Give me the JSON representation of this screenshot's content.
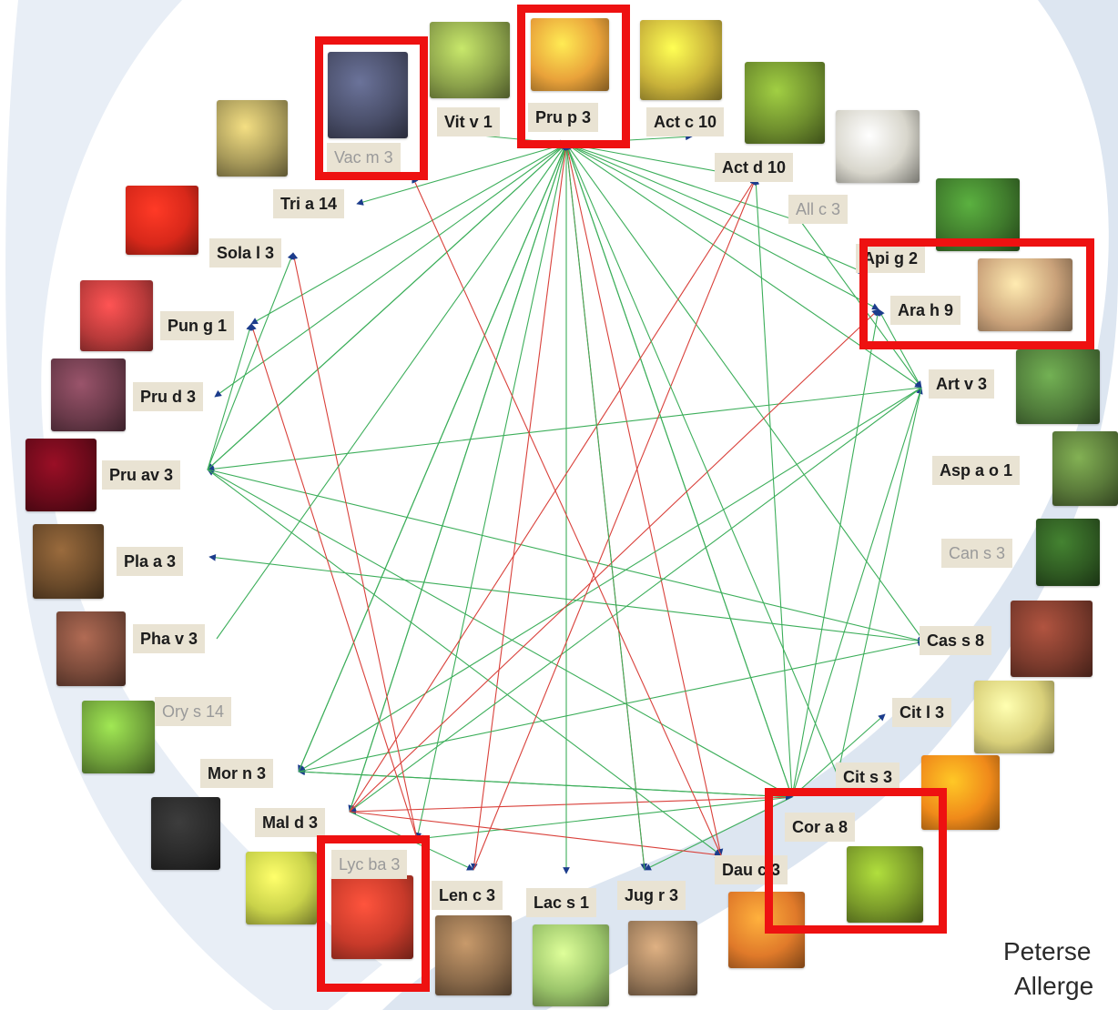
{
  "allergens": [
    {
      "id": "vac_m_3",
      "label": "Vac m 3",
      "dim": true,
      "image": "blueberries-photo",
      "color": "#4a4f6a"
    },
    {
      "id": "vit_v_1",
      "label": "Vit v 1",
      "dim": false,
      "image": "grapes-photo",
      "color": "#8aa04a"
    },
    {
      "id": "pru_p_3",
      "label": "Pru p 3",
      "dim": false,
      "image": "peach-photo",
      "color": "#e9a23a"
    },
    {
      "id": "act_c_10",
      "label": "Act c 10",
      "dim": false,
      "image": "gold-kiwi-photo",
      "color": "#c9b23a"
    },
    {
      "id": "act_d_10",
      "label": "Act d 10",
      "dim": false,
      "image": "kiwi-photo",
      "color": "#6f8f2e"
    },
    {
      "id": "all_c_3",
      "label": "All c 3",
      "dim": true,
      "image": "onion-photo",
      "color": "#d8d6cc"
    },
    {
      "id": "api_g_2",
      "label": "Api g 2",
      "dim": false,
      "image": "celery-photo",
      "color": "#3f7a2c"
    },
    {
      "id": "ara_h_9",
      "label": "Ara h 9",
      "dim": false,
      "image": "peanut-photo",
      "color": "#caa27a"
    },
    {
      "id": "art_v_3",
      "label": "Art v 3",
      "dim": false,
      "image": "mugwort-photo",
      "color": "#4f7a3a"
    },
    {
      "id": "asp_a_o_1",
      "label": "Asp a o 1",
      "dim": false,
      "image": "asparagus-photo",
      "color": "#5a7a3a"
    },
    {
      "id": "can_s_3",
      "label": "Can s 3",
      "dim": true,
      "image": "hemp-leaf-photo",
      "color": "#2f5a22"
    },
    {
      "id": "cas_s_8",
      "label": "Cas s 8",
      "dim": false,
      "image": "chestnut-photo",
      "color": "#7a3a2c"
    },
    {
      "id": "cit_l_3",
      "label": "Cit l 3",
      "dim": false,
      "image": "lemon-photo",
      "color": "#d9d07a"
    },
    {
      "id": "cit_s_3",
      "label": "Cit s 3",
      "dim": false,
      "image": "orange-photo",
      "color": "#f08a1a"
    },
    {
      "id": "cor_a_8",
      "label": "Cor a 8",
      "dim": false,
      "image": "hazelnut-photo",
      "color": "#7a9a2a"
    },
    {
      "id": "dau_c_3",
      "label": "Dau c 3",
      "dim": false,
      "image": "carrot-photo",
      "color": "#e07a2a"
    },
    {
      "id": "jug_r_3",
      "label": "Jug r 3",
      "dim": false,
      "image": "walnut-photo",
      "color": "#9a7a5a"
    },
    {
      "id": "lac_s_1",
      "label": "Lac s 1",
      "dim": false,
      "image": "lettuce-photo",
      "color": "#9ac46a"
    },
    {
      "id": "len_c_3",
      "label": "Len c 3",
      "dim": false,
      "image": "lentil-photo",
      "color": "#8a6a4a"
    },
    {
      "id": "lyc_ba_3",
      "label": "Lyc ba 3",
      "dim": true,
      "image": "goji-berry-photo",
      "color": "#c83a2a"
    },
    {
      "id": "mal_d_3",
      "label": "Mal d  3",
      "dim": false,
      "image": "apple-photo",
      "color": "#c9d24a"
    },
    {
      "id": "mor_n_3",
      "label": "Mor n 3",
      "dim": false,
      "image": "blackberry-photo",
      "color": "#2a2a2a"
    },
    {
      "id": "ory_s_14",
      "label": "Ory s 14",
      "dim": true,
      "image": "rice-plant-photo",
      "color": "#6fa03a"
    },
    {
      "id": "pha_v_3",
      "label": "Pha v 3",
      "dim": false,
      "image": "bean-photo",
      "color": "#7a4a3a"
    },
    {
      "id": "pla_a_3",
      "label": "Pla a  3",
      "dim": false,
      "image": "plane-tree-fruit-photo",
      "color": "#6a4a2a"
    },
    {
      "id": "pru_av_3",
      "label": "Pru av 3",
      "dim": false,
      "image": "cherry-photo",
      "color": "#6a0a1a"
    },
    {
      "id": "pru_d_3",
      "label": "Pru d 3",
      "dim": false,
      "image": "plum-photo",
      "color": "#6a3a4a"
    },
    {
      "id": "pun_g_1",
      "label": "Pun g 1",
      "dim": false,
      "image": "pomegranate-photo",
      "color": "#b83a3a"
    },
    {
      "id": "sola_l_3",
      "label": "Sola l 3",
      "dim": false,
      "image": "tomato-photo",
      "color": "#d8281a"
    },
    {
      "id": "tri_a_14",
      "label": "Tri a 14",
      "dim": false,
      "image": "wheat-photo",
      "color": "#a89a5a"
    }
  ],
  "edges": [
    {
      "from": "cor_a_8",
      "to": "pru_p_3",
      "color": "green"
    },
    {
      "from": "cor_a_8",
      "to": "mor_n_3",
      "color": "green"
    },
    {
      "from": "cor_a_8",
      "to": "pru_av_3",
      "color": "green"
    },
    {
      "from": "cor_a_8",
      "to": "art_v_3",
      "color": "green"
    },
    {
      "from": "cor_a_8",
      "to": "ara_h_9",
      "color": "green"
    },
    {
      "from": "cor_a_8",
      "to": "cit_l_3",
      "color": "green"
    },
    {
      "from": "cor_a_8",
      "to": "lyc_ba_3",
      "color": "green"
    },
    {
      "from": "cor_a_8",
      "to": "jug_r_3",
      "color": "green"
    },
    {
      "from": "cor_a_8",
      "to": "act_d_10",
      "color": "green"
    },
    {
      "from": "cor_a_8",
      "to": "mal_d_3",
      "color": "red"
    },
    {
      "from": "pru_p_3",
      "to": "pun_g_1",
      "color": "green"
    },
    {
      "from": "pru_p_3",
      "to": "pru_d_3",
      "color": "green"
    },
    {
      "from": "pru_p_3",
      "to": "pru_av_3",
      "color": "green"
    },
    {
      "from": "pru_p_3",
      "to": "mor_n_3",
      "color": "green"
    },
    {
      "from": "pru_p_3",
      "to": "mal_d_3",
      "color": "green"
    },
    {
      "from": "pru_p_3",
      "to": "lyc_ba_3",
      "color": "green"
    },
    {
      "from": "pru_p_3",
      "to": "len_c_3",
      "color": "red"
    },
    {
      "from": "pru_p_3",
      "to": "lac_s_1",
      "color": "green"
    },
    {
      "from": "pru_p_3",
      "to": "jug_r_3",
      "color": "red"
    },
    {
      "from": "pru_p_3",
      "to": "dau_c_3",
      "color": "red"
    },
    {
      "from": "pru_p_3",
      "to": "cor_a_8",
      "color": "green"
    },
    {
      "from": "pru_p_3",
      "to": "cas_s_8",
      "color": "green"
    },
    {
      "from": "pru_p_3",
      "to": "art_v_3",
      "color": "green"
    },
    {
      "from": "pru_p_3",
      "to": "ara_h_9",
      "color": "green"
    },
    {
      "from": "pru_p_3",
      "to": "api_g_2",
      "color": "green"
    },
    {
      "from": "pru_p_3",
      "to": "all_c_3",
      "color": "green"
    },
    {
      "from": "pru_p_3",
      "to": "act_d_10",
      "color": "green"
    },
    {
      "from": "pru_p_3",
      "to": "act_c_10",
      "color": "green"
    },
    {
      "from": "pru_p_3",
      "to": "tri_a_14",
      "color": "green"
    },
    {
      "from": "art_v_3",
      "to": "pru_av_3",
      "color": "green"
    },
    {
      "from": "art_v_3",
      "to": "mal_d_3",
      "color": "green"
    },
    {
      "from": "art_v_3",
      "to": "mor_n_3",
      "color": "green"
    },
    {
      "from": "art_v_3",
      "to": "ara_h_9",
      "color": "green"
    },
    {
      "from": "art_v_3",
      "to": "cit_s_3",
      "color": "green"
    },
    {
      "from": "pru_av_3",
      "to": "sola_l_3",
      "color": "green"
    },
    {
      "from": "pru_av_3",
      "to": "pun_g_1",
      "color": "green"
    },
    {
      "from": "pru_av_3",
      "to": "pru_p_3",
      "color": "green"
    },
    {
      "from": "pru_av_3",
      "to": "dau_c_3",
      "color": "green"
    },
    {
      "from": "pru_av_3",
      "to": "cas_s_8",
      "color": "green"
    },
    {
      "from": "mal_d_3",
      "to": "pru_p_3",
      "color": "green"
    },
    {
      "from": "mal_d_3",
      "to": "act_d_10",
      "color": "red"
    },
    {
      "from": "mal_d_3",
      "to": "ara_h_9",
      "color": "red"
    },
    {
      "from": "mal_d_3",
      "to": "len_c_3",
      "color": "green"
    },
    {
      "from": "mal_d_3",
      "to": "dau_c_3",
      "color": "red"
    },
    {
      "from": "mor_n_3",
      "to": "pru_p_3",
      "color": "green"
    },
    {
      "from": "mor_n_3",
      "to": "cas_s_8",
      "color": "green"
    },
    {
      "from": "mor_n_3",
      "to": "cor_a_8",
      "color": "green"
    },
    {
      "from": "lyc_ba_3",
      "to": "sola_l_3",
      "color": "red"
    },
    {
      "from": "lyc_ba_3",
      "to": "pun_g_1",
      "color": "red"
    },
    {
      "from": "len_c_3",
      "to": "act_d_10",
      "color": "red"
    },
    {
      "from": "jug_r_3",
      "to": "pru_p_3",
      "color": "green"
    },
    {
      "from": "dau_c_3",
      "to": "vac_m_3",
      "color": "red"
    },
    {
      "from": "cit_s_3",
      "to": "pru_p_3",
      "color": "green"
    },
    {
      "from": "cas_s_8",
      "to": "pla_a_3",
      "color": "green"
    },
    {
      "from": "pha_v_3",
      "to": "pru_p_3",
      "color": "green"
    },
    {
      "from": "vit_v_1",
      "to": "pru_p_3",
      "color": "green"
    },
    {
      "from": "all_c_3",
      "to": "art_v_3",
      "color": "green"
    }
  ],
  "highlighted": [
    "vac_m_3",
    "pru_p_3",
    "ara_h_9",
    "lyc_ba_3",
    "cor_a_8"
  ],
  "citation": {
    "line1": "Peterse",
    "line2": "Allerge"
  },
  "colors": {
    "green": "#3cae5a",
    "red": "#d9403a",
    "arrow": "#1c3c8c",
    "highlight": "#ee1111",
    "label_bg": "#e9e3d3",
    "swoosh": "#dde6f1"
  }
}
